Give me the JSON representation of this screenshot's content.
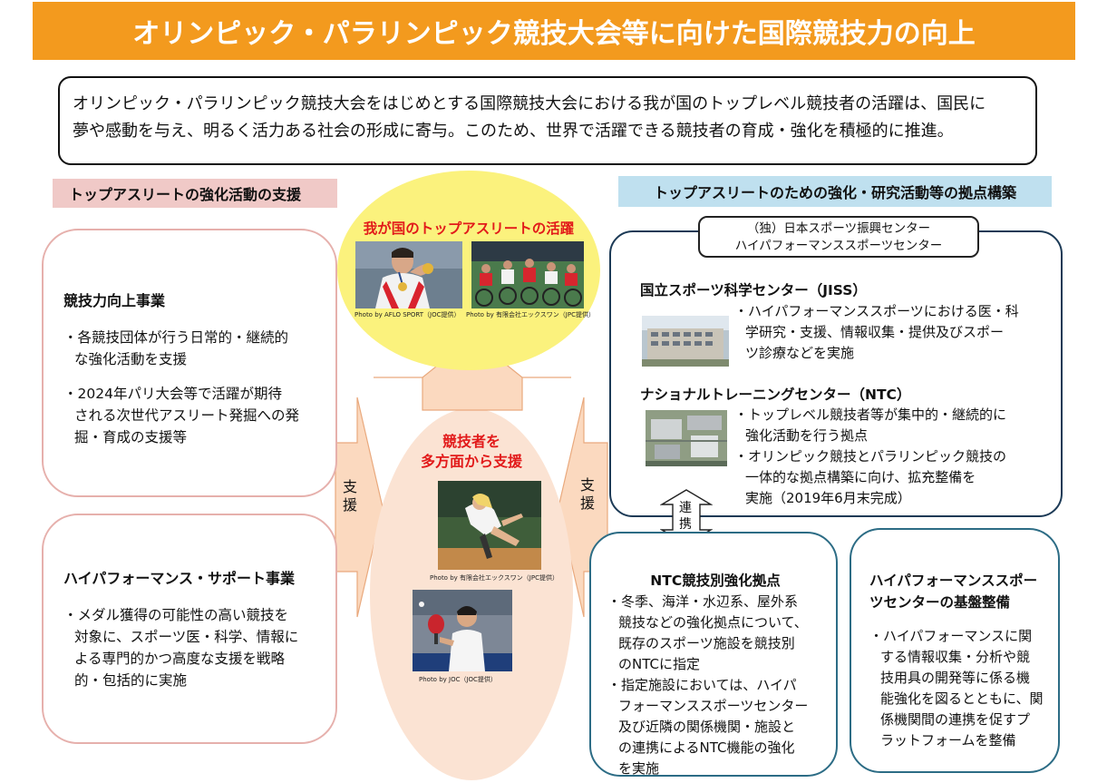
{
  "title": "オリンピック・パラリンピック競技大会等に向けた国際競技力の向上",
  "intro": {
    "line1": "オリンピック・パラリンピック競技大会をはじめとする国際競技大会における我が国のトップレベル競技者の活躍は、国民に",
    "line2": "夢や感動を与え、明るく活力ある社会の形成に寄与。このため、世界で活躍できる競技者の育成・強化を積極的に推進。"
  },
  "left_section": {
    "header": "トップアスリートの強化活動の支援",
    "box1": {
      "title": "競技力向上事業",
      "bullet1": [
        "・各競技団体が行う日常的・継続的",
        "な強化活動を支援"
      ],
      "bullet2": [
        "・2024年パリ大会等で活躍が期待",
        "される次世代アスリート発掘への発",
        "掘・育成の支援等"
      ]
    },
    "box2": {
      "title": "ハイパフォーマンス・サポート事業",
      "bullet1": [
        "・メダル獲得の可能性の高い競技を",
        "対象に、スポーツ医・科学、情報に",
        "よる専門的かつ高度な支援を戦略",
        "的・包括的に実施"
      ]
    }
  },
  "center": {
    "top_title": "我が国のトップアスリートの活躍",
    "credit1": "Photo by AFLO SPORT（JOC提供）",
    "credit2": "Photo by 有限会社エックスワン（JPC提供）",
    "support_title1": "競技者を",
    "support_title2": "多方面から支援",
    "credit3": "Photo by 有限会社エックスワン（JPC提供）",
    "credit4": "Photo by JOC（JOC提供）",
    "left_arrow": [
      "支",
      "援"
    ],
    "right_arrow": [
      "支",
      "援"
    ]
  },
  "right_section": {
    "header": "トップアスリートのための強化・研究活動等の拠点構築",
    "jsc": [
      "（独）日本スポーツ振興センター",
      "ハイパフォーマンススポーツセンター"
    ],
    "jiss": {
      "title": "国立スポーツ科学センター（JISS）",
      "lines": [
        "・ハイパフォーマンススポーツにおける医・科",
        "学研究・支援、情報収集・提供及びスポー",
        "ツ診療などを実施"
      ]
    },
    "ntc": {
      "title": "ナショナルトレーニングセンター（NTC）",
      "lines": [
        "・トップレベル競技者等が集中的・継続的に",
        "強化活動を行う拠点",
        "・オリンピック競技とパラリンピック競技の",
        "一体的な拠点構築に向け、拡充整備を",
        "実施（2019年6月末完成）"
      ]
    },
    "link": [
      "連",
      "携"
    ],
    "ntc_bases": {
      "title": "NTC競技別強化拠点",
      "lines": [
        "・冬季、海洋・水辺系、屋外系",
        "競技などの強化拠点について、",
        "既存のスポーツ施設を競技別",
        "のNTCに指定",
        "・指定施設においては、ハイパ",
        "フォーマンススポーツセンター",
        "及び近隣の関係機関・施設と",
        "の連携によるNTC機能の強化",
        "を実施"
      ]
    },
    "hps_base": {
      "title": [
        "ハイパフォーマンススポー",
        "ツセンターの基盤整備"
      ],
      "lines": [
        "・ハイパフォーマンスに関",
        "する情報収集・分析や競",
        "技用具の開発等に係る機",
        "能強化を図るとともに、関",
        "係機関間の連携を促すプ",
        "ラットフォームを整備"
      ]
    }
  },
  "colors": {
    "title_bg": "#f39a1e",
    "left_header_bg": "#f0c9c7",
    "right_header_bg": "#bfe0ef",
    "yellow_circle": "#fbf27d",
    "peach_circle": "#fbe3d3",
    "arrow_fill": "#fbd9bf",
    "red_text": "#e21a1a"
  }
}
